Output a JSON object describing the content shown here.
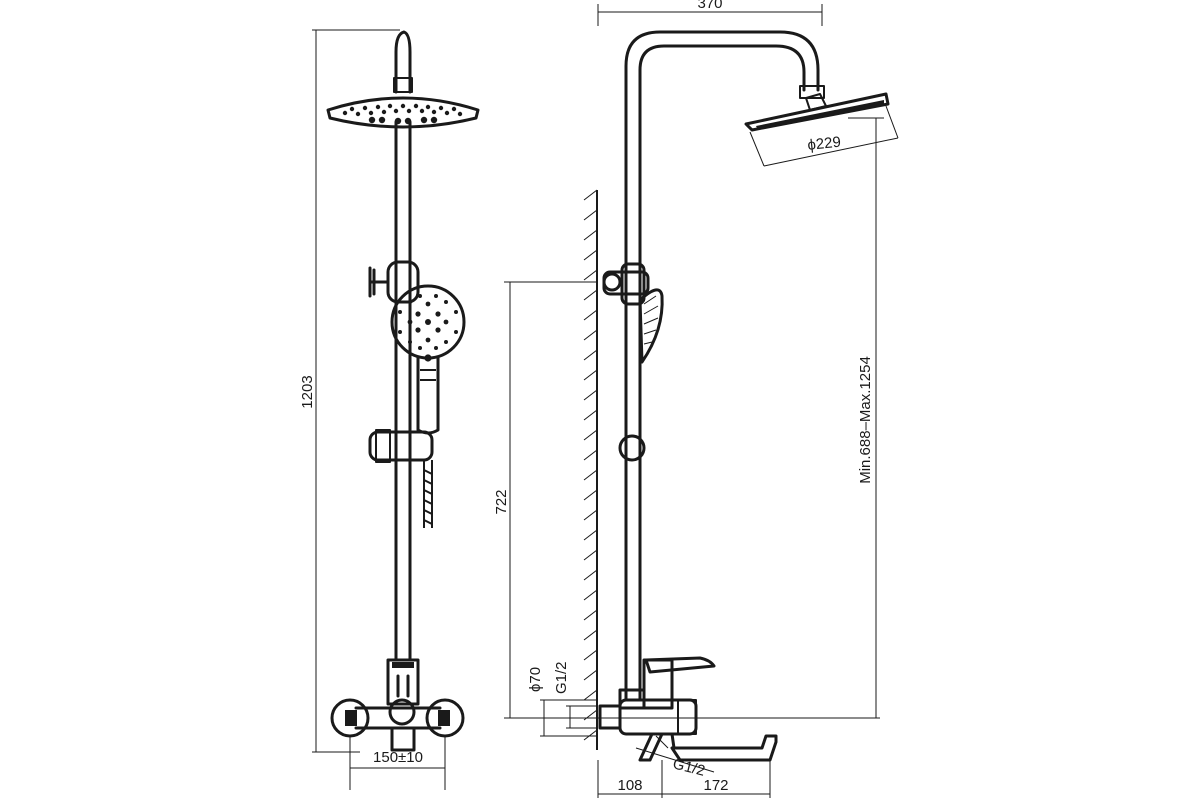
{
  "dimensions": {
    "overall_height": "1203",
    "wall_mount_spacing": "150±10",
    "top_arm_reach": "370",
    "head_diameter": "ϕ229",
    "head_height_range": "Min.688–Max.1254",
    "holder_height": "722",
    "flange_diameter": "ϕ70",
    "inlet_thread": "G1/2",
    "outlet_thread": "G1/2",
    "wall_to_mixer": "108",
    "spout_reach": "172"
  }
}
